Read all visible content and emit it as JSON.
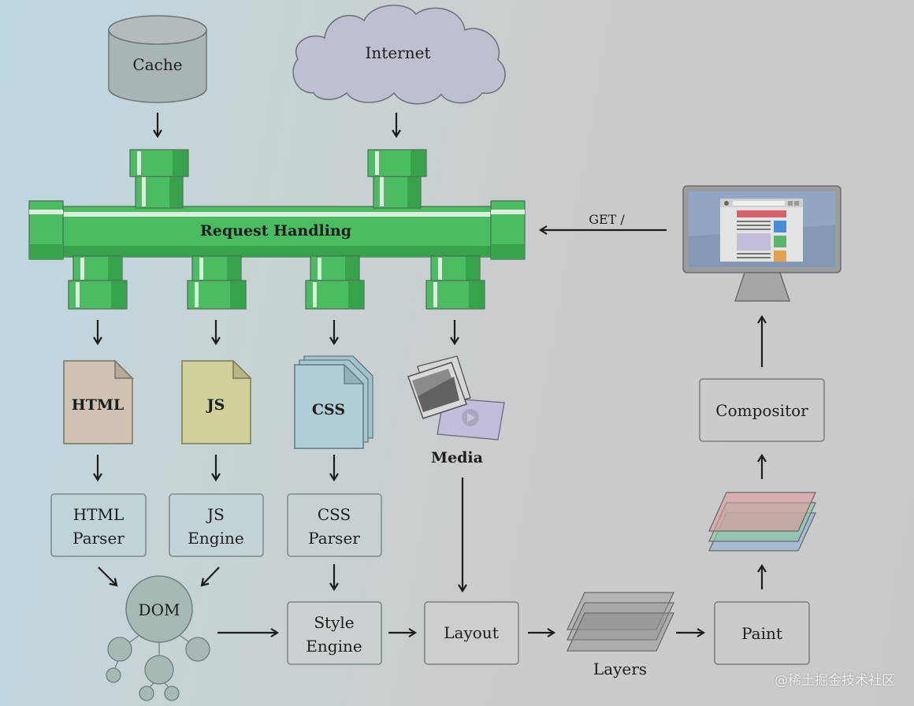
{
  "diagram": {
    "title": "Browser rendering pipeline",
    "sources": {
      "cache": "Cache",
      "internet": "Internet"
    },
    "request_handling": "Request Handling",
    "get_request": "GET /",
    "resources": {
      "html": "HTML",
      "js": "JS",
      "css": "CSS",
      "media": "Media"
    },
    "processors": {
      "html_parser": [
        "HTML",
        "Parser"
      ],
      "js_engine": [
        "JS",
        "Engine"
      ],
      "css_parser": [
        "CSS",
        "Parser"
      ],
      "style_engine": [
        "Style",
        "Engine"
      ]
    },
    "dom": "DOM",
    "layout": "Layout",
    "layers": "Layers",
    "paint": "Paint",
    "compositor": "Compositor",
    "colors": {
      "pipe_green": "#4cbc62",
      "pipe_dark": "#37a24c",
      "html_doc": "#cfc4b4",
      "js_doc": "#cfd09a",
      "css_doc": "#b1cdd5",
      "cloud": "#bebfcf",
      "cache": "#a9b4b6",
      "layer_red": "#e09aa0",
      "layer_green": "#8fc9a0",
      "layer_blue": "#9bb6d8"
    },
    "edges": [
      [
        "Cache",
        "Request Handling"
      ],
      [
        "Internet",
        "Request Handling"
      ],
      [
        "Monitor",
        "Request Handling"
      ],
      [
        "Request Handling",
        "HTML"
      ],
      [
        "Request Handling",
        "JS"
      ],
      [
        "Request Handling",
        "CSS"
      ],
      [
        "Request Handling",
        "Media"
      ],
      [
        "HTML",
        "HTML Parser"
      ],
      [
        "JS",
        "JS Engine"
      ],
      [
        "CSS",
        "CSS Parser"
      ],
      [
        "HTML Parser",
        "DOM"
      ],
      [
        "JS Engine",
        "DOM"
      ],
      [
        "CSS Parser",
        "Style Engine"
      ],
      [
        "DOM",
        "Style Engine"
      ],
      [
        "Style Engine",
        "Layout"
      ],
      [
        "Media",
        "Layout"
      ],
      [
        "Layout",
        "Layers"
      ],
      [
        "Layers",
        "Paint"
      ],
      [
        "Paint",
        "Painted Layers"
      ],
      [
        "Painted Layers",
        "Compositor"
      ],
      [
        "Compositor",
        "Monitor"
      ]
    ]
  },
  "watermark": "@稀土掘金技术社区"
}
